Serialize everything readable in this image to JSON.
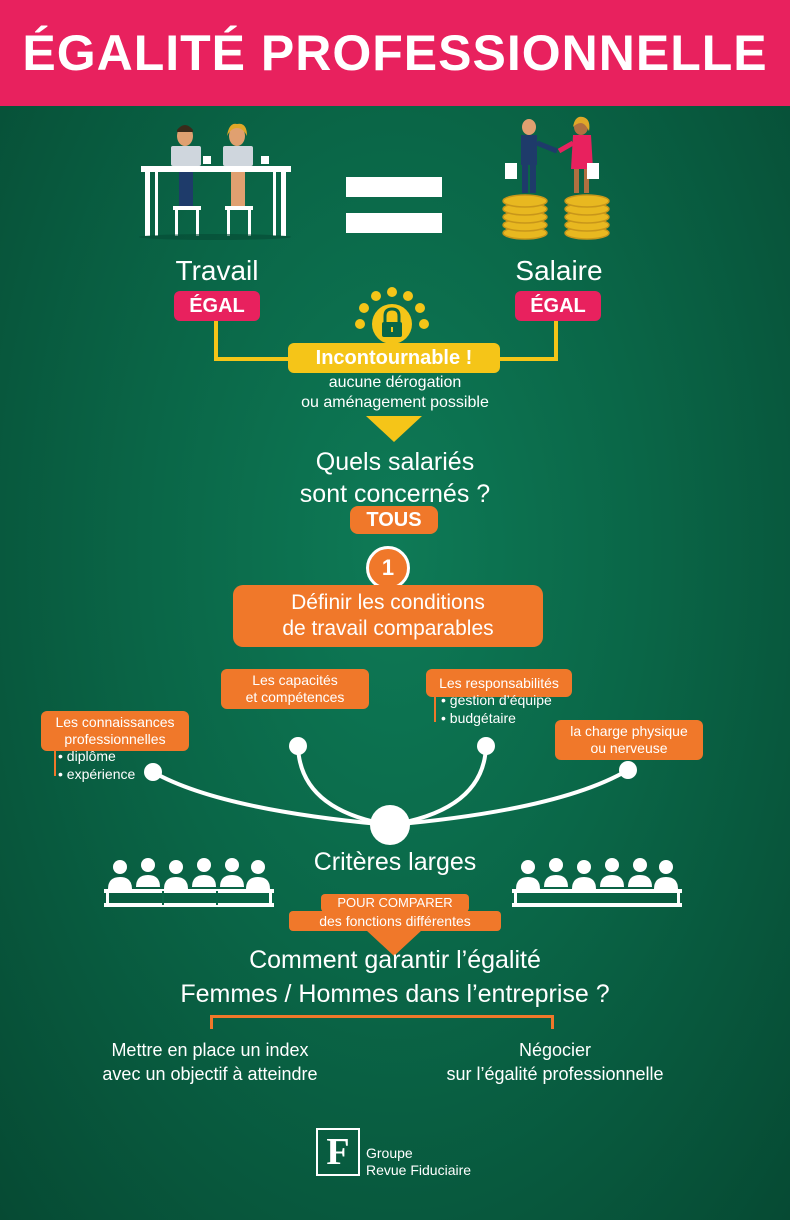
{
  "header": {
    "title": "ÉGALITÉ PROFESSIONNELLE"
  },
  "left": {
    "label": "Travail",
    "badge": "ÉGAL"
  },
  "right": {
    "label": "Salaire",
    "badge": "ÉGAL"
  },
  "incontournable": {
    "title": "Incontournable !",
    "line1": "aucune dérogation",
    "line2": "ou aménagement possible"
  },
  "question1": {
    "line1": "Quels salariés",
    "line2": "sont concernés ?",
    "answer": "TOUS"
  },
  "step": {
    "number": "1",
    "line1": "Définir les conditions",
    "line2": "de travail comparables"
  },
  "criteria": {
    "connaissances": {
      "line1": "Les connaissances",
      "line2": "professionnelles",
      "bullets": [
        "• diplôme",
        "• expérience"
      ]
    },
    "capacites": {
      "line1": "Les capacités",
      "line2": "et compétences"
    },
    "responsabilites": {
      "line1": "Les responsabilités",
      "bullets": [
        "• gestion d’équipe",
        "• budgétaire"
      ]
    },
    "charge": {
      "line1": "la charge physique",
      "line2": "ou nerveuse"
    }
  },
  "criteres_larges": {
    "title": "Critères larges",
    "sub1": "POUR COMPARER",
    "sub2": "des fonctions différentes"
  },
  "question2": {
    "line1": "Comment garantir l’égalité",
    "line2": "Femmes / Hommes dans l’entreprise ?"
  },
  "answers": {
    "left": {
      "line1": "Mettre en place un index",
      "line2": "avec un objectif à atteindre"
    },
    "right": {
      "line1": "Négocier",
      "line2": "sur l’égalité professionnelle"
    }
  },
  "logo": {
    "letter": "F",
    "line1": "Groupe",
    "line2": "Revue Fiduciaire"
  },
  "colors": {
    "pink": "#e8215e",
    "orange": "#f0782a",
    "yellow": "#f5c518",
    "green": "#0a6647",
    "gold": "#e8b820"
  }
}
